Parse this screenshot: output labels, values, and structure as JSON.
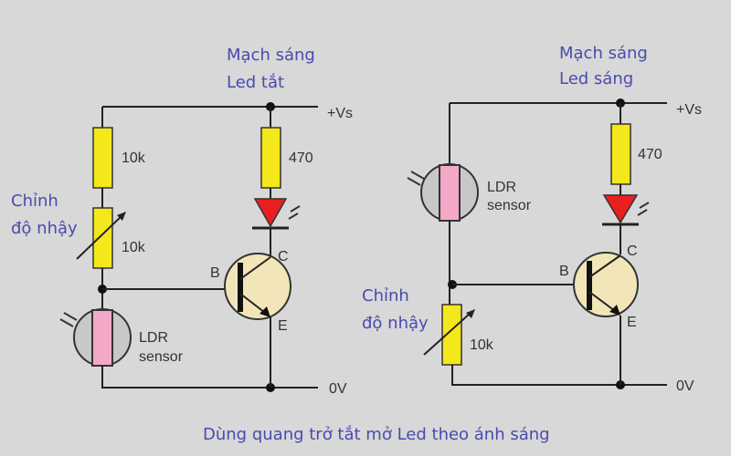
{
  "caption": "Dùng quang trở tắt mở Led theo ánh sáng",
  "left_circuit": {
    "title_line1": "Mạch sáng",
    "title_line2": "Led tắt",
    "supply_label": "+Vs",
    "ground_label": "0V",
    "top_resistor_value": "10k",
    "pot_value": "10k",
    "pot_caption_line1": "Chỉnh",
    "pot_caption_line2": "độ nhậy",
    "led_resistor_value": "470",
    "ldr_line1": "LDR",
    "ldr_line2": "sensor",
    "transistor": {
      "base": "B",
      "collector": "C",
      "emitter": "E"
    }
  },
  "right_circuit": {
    "title_line1": "Mạch sáng",
    "title_line2": "Led sáng",
    "supply_label": "+Vs",
    "ground_label": "0V",
    "pot_value": "10k",
    "pot_caption_line1": "Chỉnh",
    "pot_caption_line2": "độ nhậy",
    "led_resistor_value": "470",
    "ldr_line1": "LDR",
    "ldr_line2": "sensor",
    "transistor": {
      "base": "B",
      "collector": "C",
      "emitter": "E"
    }
  },
  "colors": {
    "background": "#d8d8d8",
    "resistor": "#f4e81c",
    "led": "#e82020",
    "ldr_body": "#f4a8c8",
    "transistor_body": "#f2e6b8",
    "annotation_text": "#4a4ab0"
  }
}
